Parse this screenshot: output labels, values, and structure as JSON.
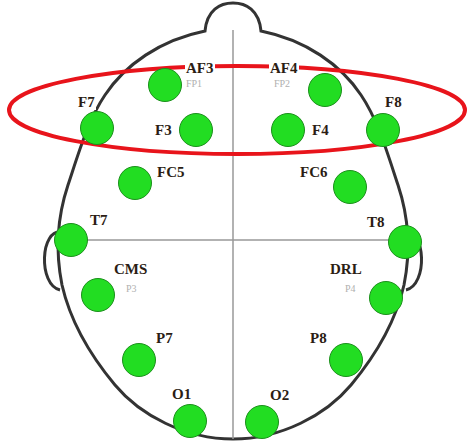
{
  "diagram": {
    "nodes": [
      {
        "text": [
          "AF3",
          "FP1"
        ]
      },
      {
        "text": [
          "AF4",
          "FP2"
        ]
      },
      {
        "text": [
          "F7"
        ]
      },
      {
        "text": [
          "F3"
        ]
      },
      {
        "text": [
          "F4"
        ]
      },
      {
        "text": [
          "F8"
        ]
      },
      {
        "text": [
          "FC5"
        ]
      },
      {
        "text": [
          "FC6"
        ]
      },
      {
        "text": [
          "T7"
        ]
      },
      {
        "text": [
          "T8"
        ]
      },
      {
        "text": [
          "CMS",
          "P3"
        ]
      },
      {
        "text": [
          "DRL",
          "P4"
        ]
      },
      {
        "text": [
          "P7"
        ]
      },
      {
        "text": [
          "P8"
        ]
      },
      {
        "text": [
          "O1"
        ]
      },
      {
        "text": [
          "O2"
        ]
      }
    ]
  }
}
